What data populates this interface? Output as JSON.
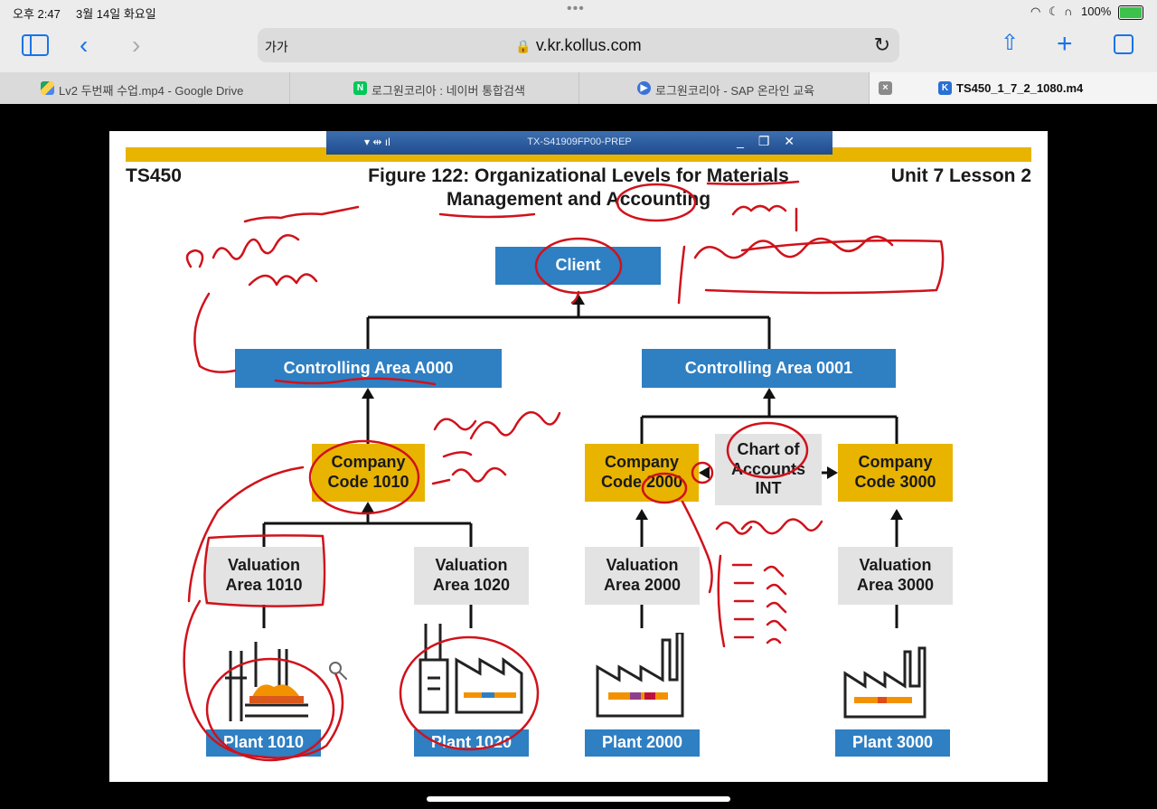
{
  "status": {
    "time": "오후 2:47",
    "date": "3월 14일 화요일",
    "battery": "100%"
  },
  "toolbar": {
    "text_size": "가가",
    "url": "v.kr.kollus.com"
  },
  "tabs": [
    {
      "label": "Lv2 두번째 수업.mp4 - Google Drive"
    },
    {
      "label": "로그원코리아 : 네이버 통합검색"
    },
    {
      "label": "로그원코리아 - SAP 온라인 교육"
    },
    {
      "label": "TS450_1_7_2_1080.m4"
    }
  ],
  "window": {
    "title": "TX-S41909FP00-PREP"
  },
  "slide": {
    "course": "TS450",
    "lesson": "Unit 7 Lesson 2",
    "title_line1": "Figure 122: Organizational Levels for Materials",
    "title_line2": "Management and Accounting",
    "client": "Client",
    "controlling_areas": [
      "Controlling Area A000",
      "Controlling Area 0001"
    ],
    "company_codes": [
      {
        "l1": "Company",
        "l2": "Code 1010"
      },
      {
        "l1": "Company",
        "l2": "Code 2000"
      },
      {
        "l1": "Company",
        "l2": "Code 3000"
      }
    ],
    "chart_of_accounts": {
      "l1": "Chart of",
      "l2": "Accounts",
      "l3": "INT"
    },
    "valuation_areas": [
      {
        "l1": "Valuation",
        "l2": "Area 1010"
      },
      {
        "l1": "Valuation",
        "l2": "Area 1020"
      },
      {
        "l1": "Valuation",
        "l2": "Area 2000"
      },
      {
        "l1": "Valuation",
        "l2": "Area 3000"
      }
    ],
    "plants": [
      "Plant 1010",
      "Plant 1020",
      "Plant 2000",
      "Plant 3000"
    ]
  },
  "colors": {
    "sap_blue": "#2f7fc3",
    "sap_gold": "#e8b400",
    "grey_box": "#e3e3e3",
    "ink": "#d0121b"
  }
}
